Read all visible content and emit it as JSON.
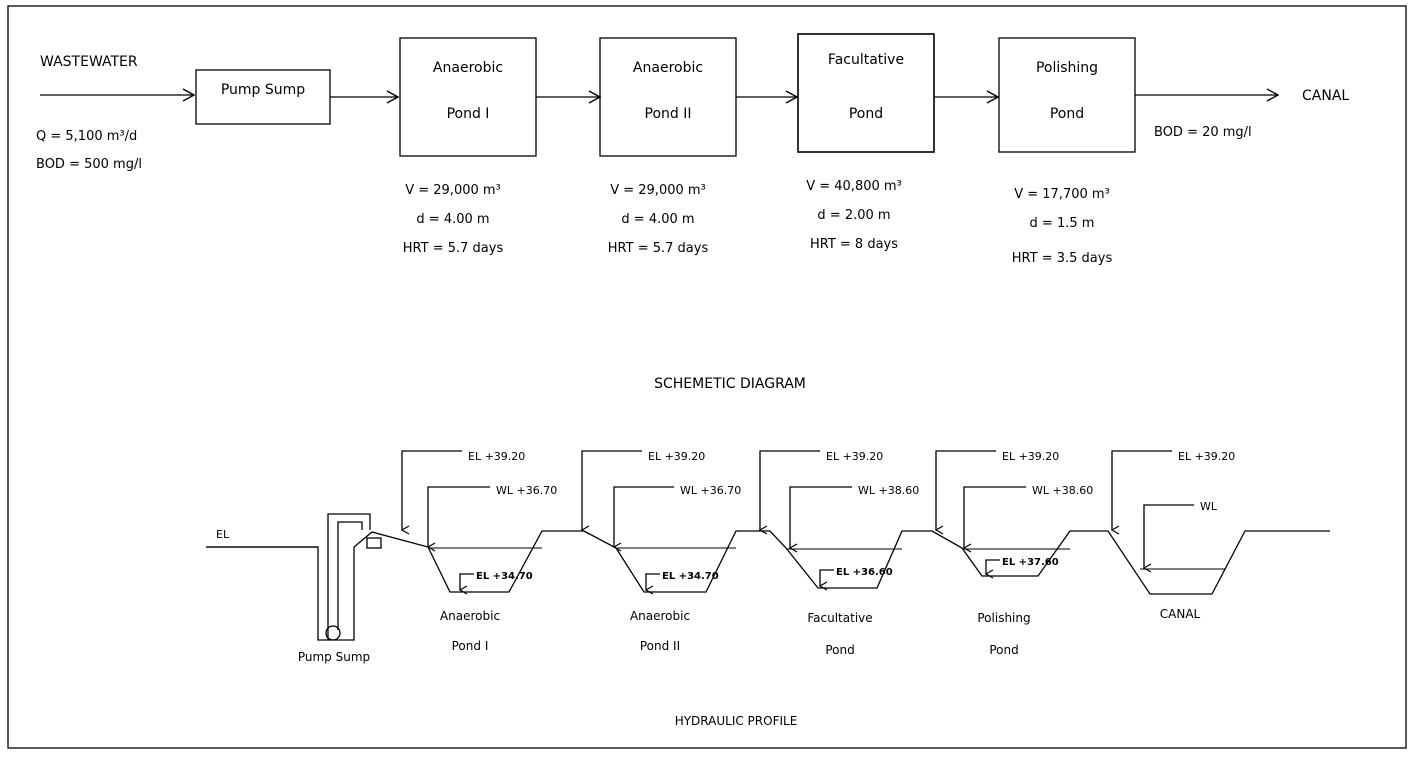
{
  "schematic": {
    "input_label": "WASTEWATER",
    "flow": "Q = 5,100 m³/d",
    "bod_in": "BOD = 500 mg/l",
    "units": [
      {
        "line1": "Pump Sump",
        "line2": ""
      },
      {
        "line1": "Anaerobic",
        "line2": "Pond I"
      },
      {
        "line1": "Anaerobic",
        "line2": "Pond II"
      },
      {
        "line1": "Facultative",
        "line2": "Pond"
      },
      {
        "line1": "Polishing",
        "line2": "Pond"
      }
    ],
    "specs": [
      {
        "v": "V = 29,000 m³",
        "d": "d = 4.00 m",
        "hrt": "HRT = 5.7 days"
      },
      {
        "v": "V = 29,000 m³",
        "d": "d = 4.00 m",
        "hrt": "HRT = 5.7 days"
      },
      {
        "v": "V = 40,800 m³",
        "d": "d = 2.00 m",
        "hrt": "HRT = 8 days"
      },
      {
        "v": "V = 17,700 m³",
        "d": "d = 1.5 m",
        "hrt": "HRT = 3.5 days"
      }
    ],
    "output_label": "CANAL",
    "bod_out": "BOD = 20 mg/l",
    "title": "SCHEMETIC DIAGRAM"
  },
  "profile": {
    "ground_label": "EL",
    "pump_label": "Pump Sump",
    "ponds": [
      {
        "line1": "Anaerobic",
        "line2": "Pond I",
        "el_top": "EL +39.20",
        "wl": "WL +36.70",
        "el_bottom": "EL +34.70"
      },
      {
        "line1": "Anaerobic",
        "line2": "Pond II",
        "el_top": "EL +39.20",
        "wl": "WL +36.70",
        "el_bottom": "EL +34.70"
      },
      {
        "line1": "Facultative",
        "line2": "Pond",
        "el_top": "EL +39.20",
        "wl": "WL +38.60",
        "el_bottom": "EL +36.60"
      },
      {
        "line1": "Polishing",
        "line2": "Pond",
        "el_top": "EL +39.20",
        "wl": "WL +38.60",
        "el_bottom": "EL +37.60"
      }
    ],
    "canal": {
      "line1": "CANAL",
      "el_top": "EL +39.20",
      "wl": "WL"
    },
    "title": "HYDRAULIC PROFILE"
  }
}
